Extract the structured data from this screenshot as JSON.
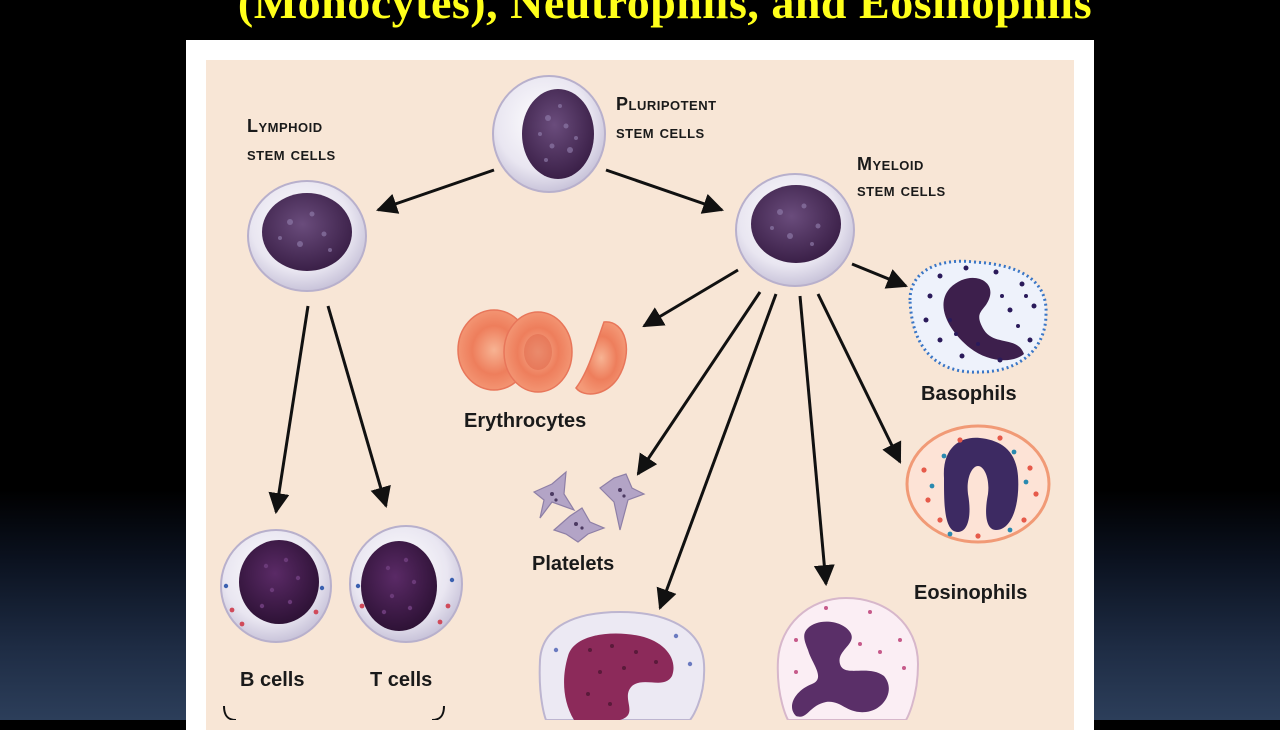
{
  "slide": {
    "title": "(Monocytes), Neutrophils, and Eosinophils"
  },
  "labels": {
    "pluripotent_line1": "Pluripotent",
    "pluripotent_line2": "stem cells",
    "lymphoid_line1": "Lymphoid",
    "lymphoid_line2": "stem cells",
    "myeloid_line1": "Myeloid",
    "myeloid_line2": "stem cells",
    "erythrocytes": "Erythrocytes",
    "platelets": "Platelets",
    "basophils": "Basophils",
    "eosinophils": "Eosinophils",
    "b_cells": "B cells",
    "t_cells": "T cells"
  },
  "colors": {
    "title": "#ffff1a",
    "panel": "#f8e6d6",
    "nucleus": "#4a2c5a",
    "cell_membrane": "#ebe8f2",
    "erythrocyte": "#f08a6a",
    "platelet": "#b8a8c8",
    "arrow": "#111111"
  },
  "icons": [
    "arrow-icon",
    "stem-cell-icon",
    "erythrocyte-icon",
    "platelet-icon",
    "basophil-icon",
    "eosinophil-icon",
    "lymphocyte-icon",
    "monocyte-icon",
    "neutrophil-icon"
  ]
}
